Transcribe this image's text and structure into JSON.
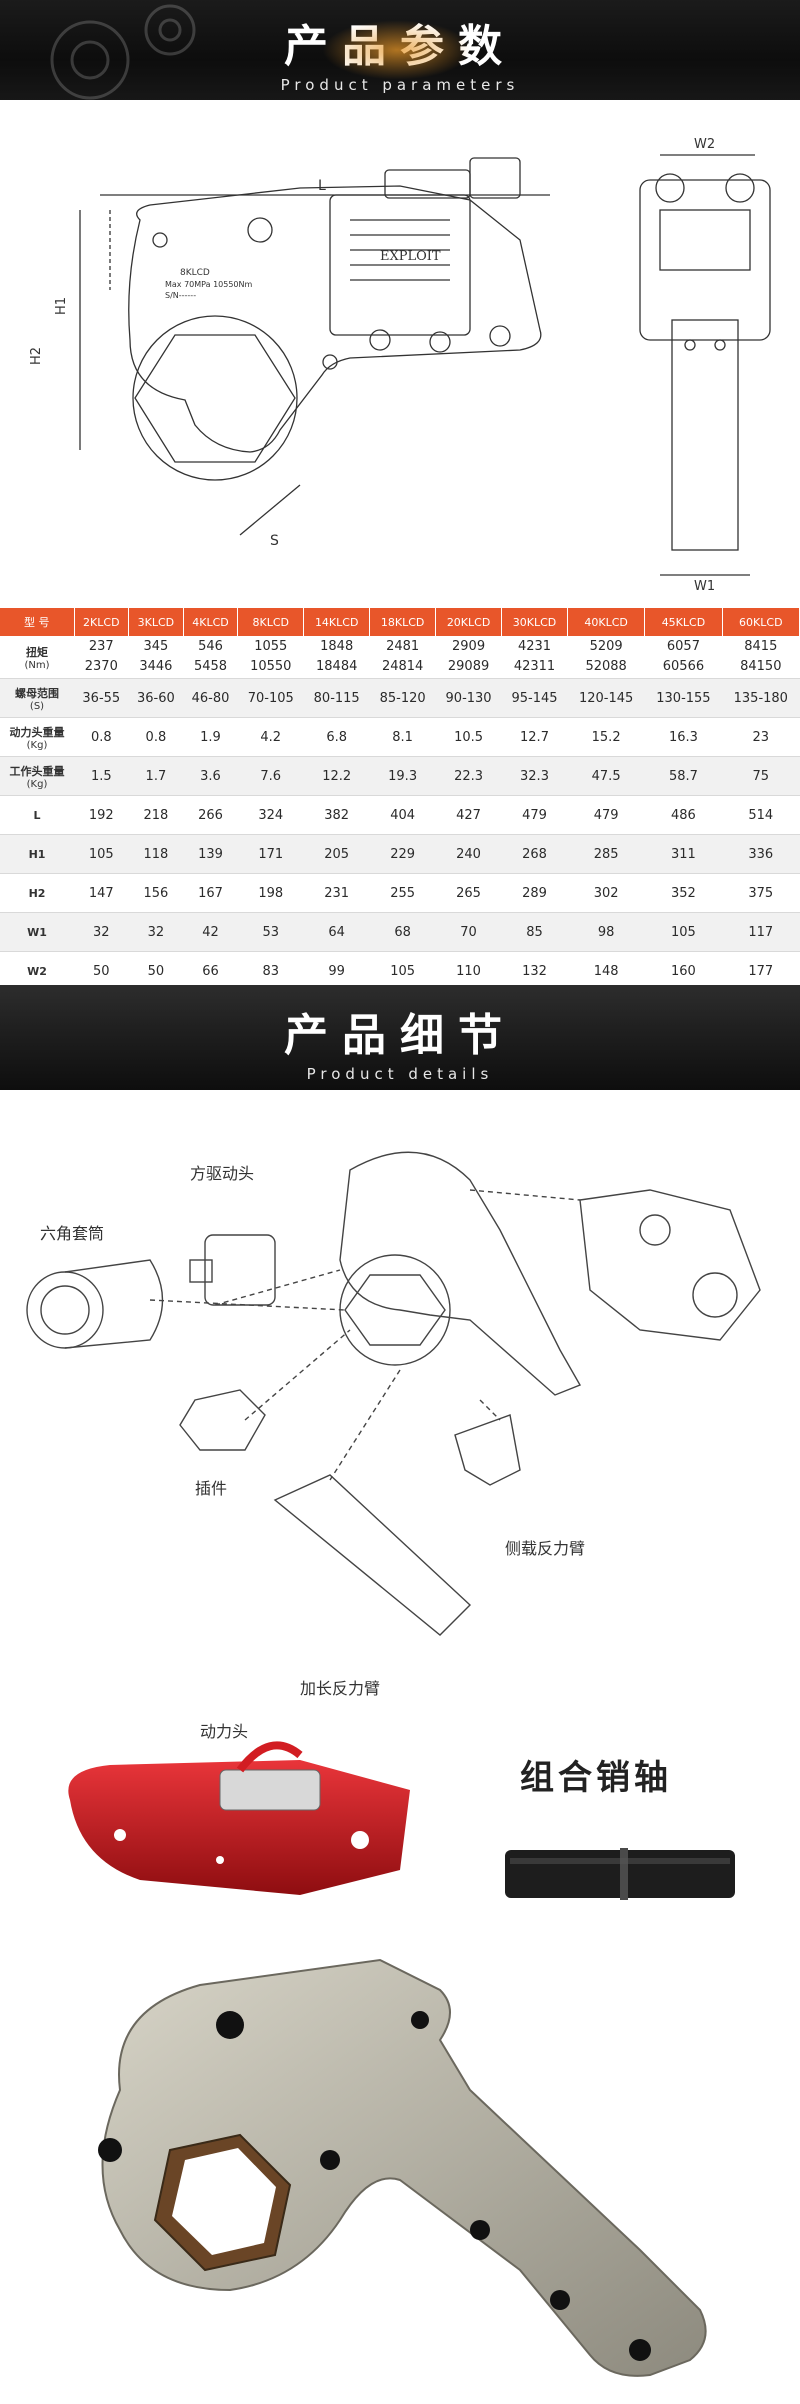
{
  "sections": {
    "params_title": "产品参数",
    "params_subtitle": "Product parameters",
    "details_title": "产品细节",
    "details_subtitle": "Product details"
  },
  "drawing": {
    "dim_L": "L",
    "dim_H1": "H1",
    "dim_H2": "H2",
    "dim_S": "S",
    "dim_W1": "W1",
    "dim_W2": "W2",
    "brand": "EXPLOIT",
    "model_text": "8KLCD",
    "spec_line": "Max 70MPa 10550Nm",
    "sn_line": "S/N------"
  },
  "table": {
    "header_label": "型 号",
    "models": [
      "2KLCD",
      "3KLCD",
      "4KLCD",
      "8KLCD",
      "14KLCD",
      "18KLCD",
      "20KLCD",
      "30KLCD",
      "40KLCD",
      "45KLCD",
      "60KLCD"
    ],
    "rows": [
      {
        "label": "扭矩",
        "sub": "(Nm)",
        "values": [
          [
            "237",
            "2370"
          ],
          [
            "345",
            "3446"
          ],
          [
            "546",
            "5458"
          ],
          [
            "1055",
            "10550"
          ],
          [
            "1848",
            "18484"
          ],
          [
            "2481",
            "24814"
          ],
          [
            "2909",
            "29089"
          ],
          [
            "4231",
            "42311"
          ],
          [
            "5209",
            "52088"
          ],
          [
            "6057",
            "60566"
          ],
          [
            "8415",
            "84150"
          ]
        ]
      },
      {
        "label": "螺母范围",
        "sub": "(S)",
        "values": [
          "36-55",
          "36-60",
          "46-80",
          "70-105",
          "80-115",
          "85-120",
          "90-130",
          "95-145",
          "120-145",
          "130-155",
          "135-180"
        ]
      },
      {
        "label": "动力头重量",
        "sub": "(Kg)",
        "values": [
          "0.8",
          "0.8",
          "1.9",
          "4.2",
          "6.8",
          "8.1",
          "10.5",
          "12.7",
          "15.2",
          "16.3",
          "23"
        ]
      },
      {
        "label": "工作头重量",
        "sub": "(Kg)",
        "values": [
          "1.5",
          "1.7",
          "3.6",
          "7.6",
          "12.2",
          "19.3",
          "22.3",
          "32.3",
          "47.5",
          "58.7",
          "75"
        ]
      },
      {
        "label": "L",
        "sub": "",
        "values": [
          "192",
          "218",
          "266",
          "324",
          "382",
          "404",
          "427",
          "479",
          "479",
          "486",
          "514"
        ]
      },
      {
        "label": "H1",
        "sub": "",
        "values": [
          "105",
          "118",
          "139",
          "171",
          "205",
          "229",
          "240",
          "268",
          "285",
          "311",
          "336"
        ]
      },
      {
        "label": "H2",
        "sub": "",
        "values": [
          "147",
          "156",
          "167",
          "198",
          "231",
          "255",
          "265",
          "289",
          "302",
          "352",
          "375"
        ]
      },
      {
        "label": "W1",
        "sub": "",
        "values": [
          "32",
          "32",
          "42",
          "53",
          "64",
          "68",
          "70",
          "85",
          "98",
          "105",
          "117"
        ]
      },
      {
        "label": "W2",
        "sub": "",
        "values": [
          "50",
          "50",
          "66",
          "83",
          "99",
          "105",
          "110",
          "132",
          "148",
          "160",
          "177"
        ]
      }
    ]
  },
  "parts": {
    "square_drive": "方驱动头",
    "hex_socket": "六角套筒",
    "insert": "插件",
    "side_reaction_arm": "侧载反力臂",
    "extended_reaction_arm": "加长反力臂",
    "power_head": "动力头",
    "pin_assembly": "组合销轴"
  },
  "colors": {
    "table_header": "#e8562a",
    "power_head_red": "#c8141a",
    "metal_gray": "#b8b4a6"
  }
}
